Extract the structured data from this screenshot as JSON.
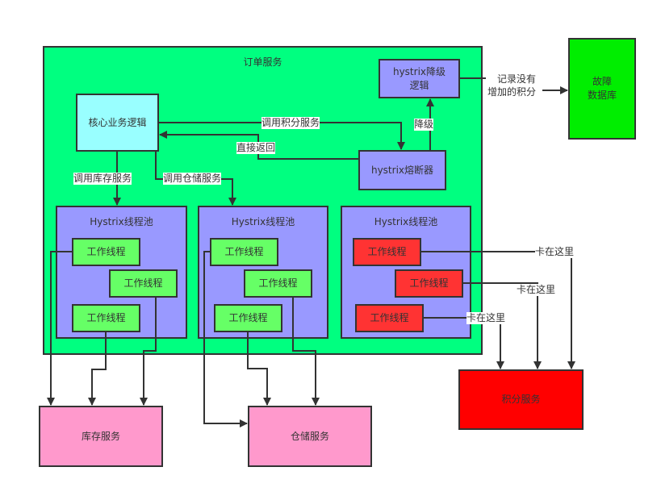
{
  "colors": {
    "order_service": "#00ff80",
    "core_logic": "#99ffff",
    "hystrix": "#9999ff",
    "worker_ok": "#66ff66",
    "worker_stuck": "#ff3333",
    "fault_db": "#00ee00",
    "points_service": "#ff0000",
    "downstream": "#ff99cc",
    "stroke": "#333333"
  },
  "order_service": {
    "title": "订单服务"
  },
  "core_logic": {
    "label": "核心业务逻辑"
  },
  "degrade_logic": {
    "label": "hystrix降级\n逻辑"
  },
  "circuit_breaker": {
    "label": "hystrix熔断器"
  },
  "fault_db": {
    "label": "故障\n数据库"
  },
  "pools": [
    {
      "title": "Hystrix线程池",
      "workers": [
        "工作线程",
        "工作线程",
        "工作线程"
      ],
      "state": "ok"
    },
    {
      "title": "Hystrix线程池",
      "workers": [
        "工作线程",
        "工作线程",
        "工作线程"
      ],
      "state": "ok"
    },
    {
      "title": "Hystrix线程池",
      "workers": [
        "工作线程",
        "工作线程",
        "工作线程"
      ],
      "state": "stuck"
    }
  ],
  "services": {
    "inventory": "库存服务",
    "warehouse": "仓储服务",
    "points": "积分服务"
  },
  "edge_labels": {
    "call_points": "调用积分服务",
    "return_direct": "直接返回",
    "degrade": "降级",
    "call_inventory": "调用库存服务",
    "call_warehouse": "调用仓储服务",
    "record_points": "记录没有\n增加的积分",
    "stuck_here": [
      "卡在这里",
      "卡在这里",
      "卡在这里"
    ]
  }
}
